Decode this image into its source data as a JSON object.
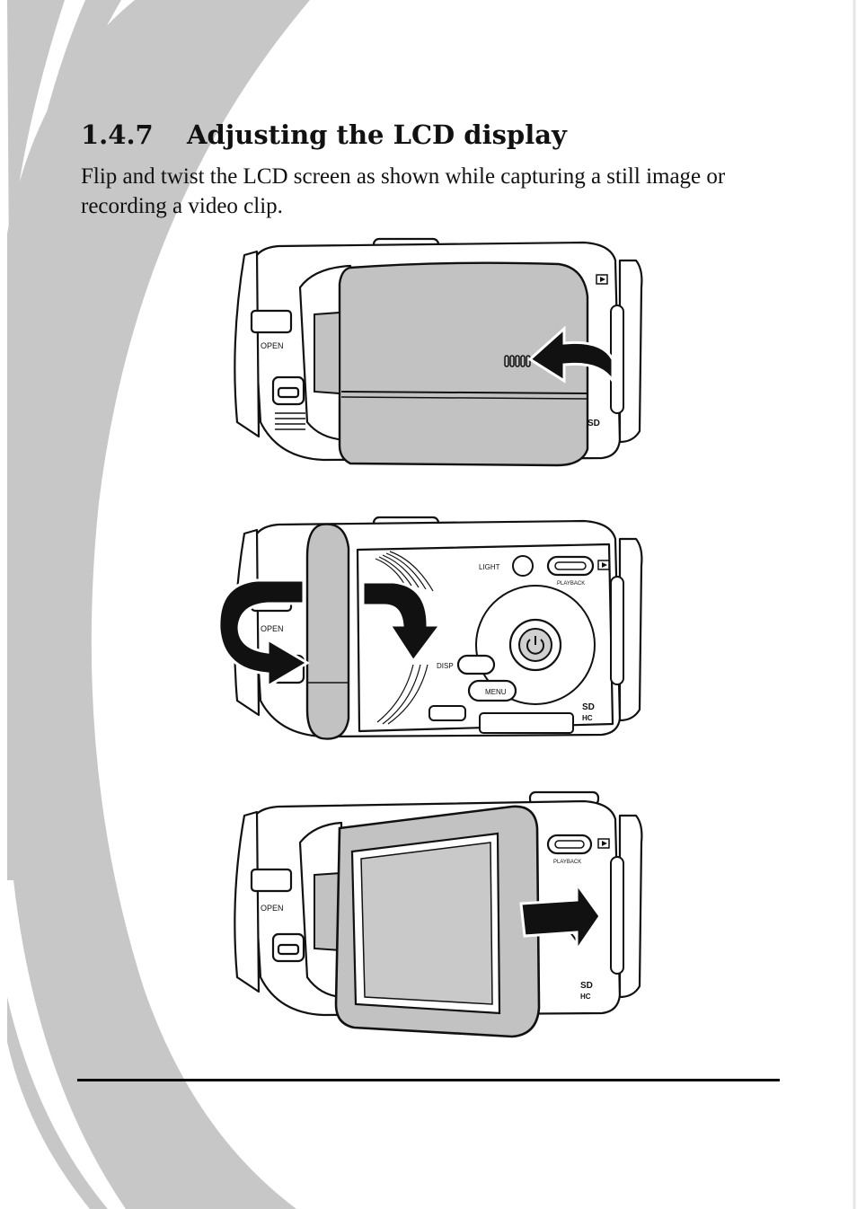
{
  "section": {
    "number": "1.4.7",
    "title": "Adjusting the LCD display",
    "intro": "Flip and twist the LCD screen as shown while capturing a still image or recording a video clip."
  },
  "camera_labels": {
    "open": "OPEN",
    "light": "LIGHT",
    "playback": "PLAYBACK",
    "disp": "DISP",
    "menu": "MENU",
    "sd": "SD",
    "hc": "HC"
  },
  "colors": {
    "swoosh_gray": "#c7c7c7",
    "lcd_gray": "#c2c2c2",
    "ink": "#111111"
  }
}
